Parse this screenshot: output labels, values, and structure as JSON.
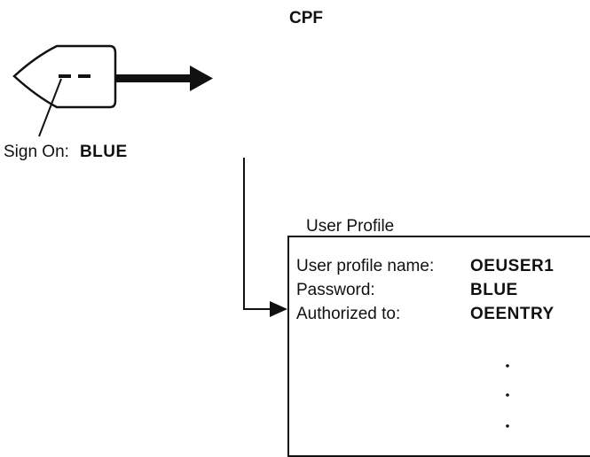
{
  "system_label": "CPF",
  "sign_on": {
    "label": "Sign On:",
    "value": "BLUE"
  },
  "user_profile": {
    "title": "User Profile",
    "fields": [
      {
        "label": "User profile name:",
        "value": "OEUSER1"
      },
      {
        "label": "Password:",
        "value": "BLUE"
      },
      {
        "label": "Authorized to:",
        "value": "OEENTRY"
      }
    ],
    "continuation": "..."
  }
}
